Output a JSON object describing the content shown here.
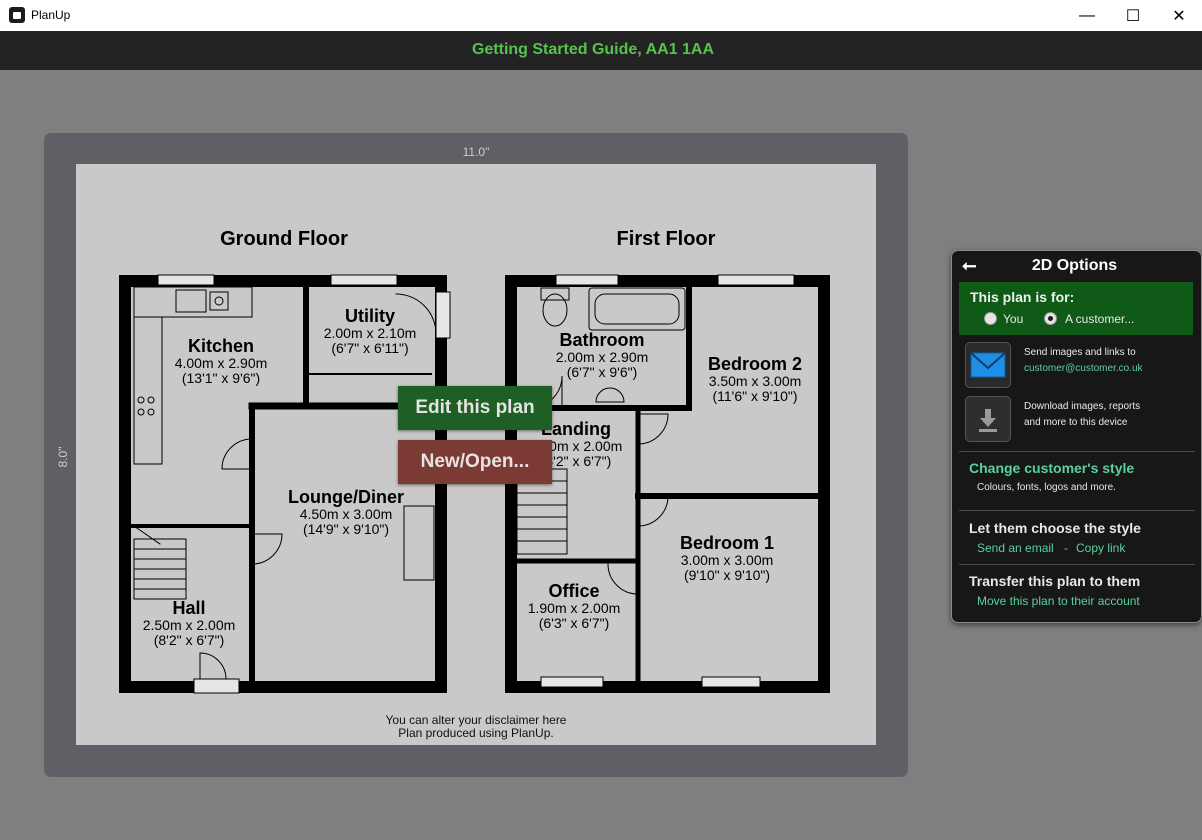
{
  "window": {
    "title": "PlanUp",
    "minimize_glyph": "—",
    "maximize_glyph": "☐",
    "close_glyph": "✕"
  },
  "header": {
    "title": "Getting Started Guide, AA1 1AA"
  },
  "canvas": {
    "width_label": "11.0\"",
    "height_label": "8.0\""
  },
  "plan": {
    "ground_floor_title": "Ground Floor",
    "first_floor_title": "First Floor",
    "rooms": {
      "kitchen": {
        "name": "Kitchen",
        "metric": "4.00m x 2.90m",
        "imperial": "(13'1\" x 9'6\")"
      },
      "utility": {
        "name": "Utility",
        "metric": "2.00m x 2.10m",
        "imperial": "(6'7\" x 6'11\")"
      },
      "lounge": {
        "name": "Lounge/Diner",
        "metric": "4.50m x 3.00m",
        "imperial": "(14'9\" x 9'10\")"
      },
      "hall": {
        "name": "Hall",
        "metric": "2.50m x 2.00m",
        "imperial": "(8'2\" x 6'7\")"
      },
      "bathroom": {
        "name": "Bathroom",
        "metric": "2.00m x 2.90m",
        "imperial": "(6'7\" x 9'6\")"
      },
      "bedroom2": {
        "name": "Bedroom 2",
        "metric": "3.50m x 3.00m",
        "imperial": "(11'6\" x 9'10\")"
      },
      "landing": {
        "name": "Landing",
        "metric": "2.50m x 2.00m",
        "imperial": "(8'2\" x 6'7\")"
      },
      "bedroom1": {
        "name": "Bedroom 1",
        "metric": "3.00m x 3.00m",
        "imperial": "(9'10\" x 9'10\")"
      },
      "office": {
        "name": "Office",
        "metric": "1.90m x 2.00m",
        "imperial": "(6'3\" x 6'7\")"
      }
    },
    "disclaimer_line1": "You can alter your disclaimer here",
    "disclaimer_line2": "Plan produced using PlanUp."
  },
  "overlay_buttons": {
    "edit_label": "Edit this plan",
    "new_open_label": "New/Open..."
  },
  "options_panel": {
    "title": "2D Options",
    "back_icon": "arrow-left",
    "plan_for": {
      "label": "This plan is for:",
      "option_you": "You",
      "option_customer": "A customer...",
      "selected": "A customer..."
    },
    "send": {
      "text": "Send images and links to",
      "email": "customer@customer.co.uk"
    },
    "download": {
      "line1": "Download images, reports",
      "line2": "and more to this device"
    },
    "customer_style": {
      "title": "Change customer's style",
      "subtitle": "Colours, fonts, logos and more."
    },
    "choose_style": {
      "title": "Let them choose the style",
      "send_email": "Send an email",
      "separator": "-",
      "copy_link": "Copy link"
    },
    "transfer": {
      "title": "Transfer this plan to them",
      "link": "Move this plan to their account"
    },
    "colors": {
      "accent_green": "#5bd19d",
      "plan_for_bg": "#0f5a16",
      "edit_button": "#1f5f23",
      "new_button": "#7c3a34",
      "title_green": "#57c24e"
    }
  }
}
